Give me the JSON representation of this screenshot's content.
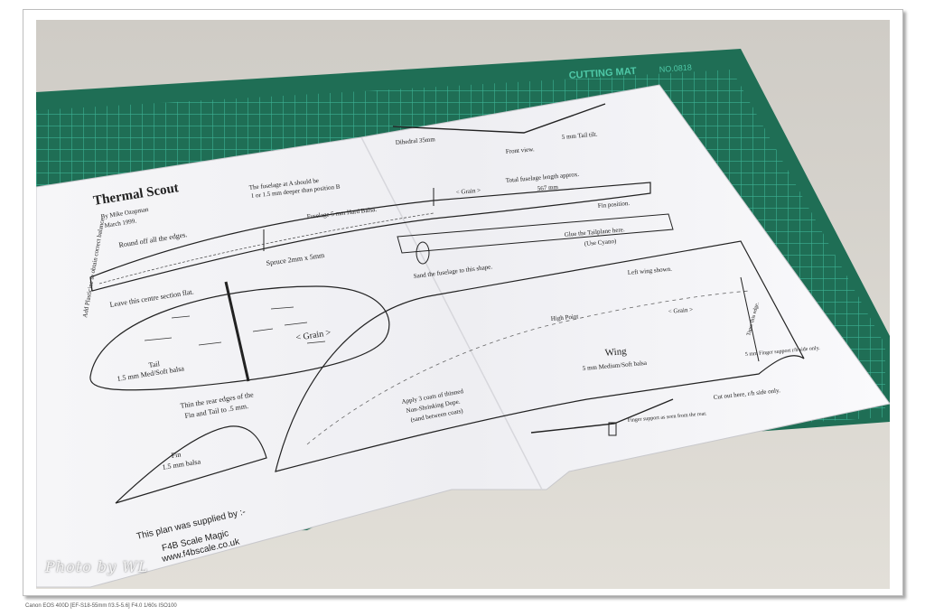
{
  "photo": {
    "mat_label": "CUTTING MAT",
    "mat_code": "NO.0818",
    "plan": {
      "title": "Thermal Scout",
      "byline": "By Mike Ozapman",
      "date": "March 1999.",
      "notes": {
        "round_off": "Round off all the edges.",
        "fuselage_a": "The fuselage at A should be",
        "fuselage_a2": "1 or 1.5 mm deeper than position B",
        "fuselage_5mm": "Fuselage 5 mm Hard Balsa.",
        "spruce": "Spruce 2mm x 5mm",
        "plasticine": "Add Plasticine to obtain correct balance",
        "centre_flat": "Leave this centre section flat.",
        "grain_tail": "< Grain >",
        "tail": "Tail",
        "tail_spec": "1.5 mm Med/Soft balsa",
        "thin_edges": "Thin the rear edges of the",
        "thin_edges2": "Fin and Tail to .5 mm.",
        "fin": "Fin",
        "fin_spec": "1.5 mm balsa",
        "supplied": "This plan was supplied by :-",
        "supplier": "F4B Scale Magic",
        "website": "www.f4bscale.co.uk",
        "dihedral": "Dihedral 35mm",
        "front_view": "Front view.",
        "tail_tilt": "5 mm Tail tilt.",
        "grain_fus": "< Grain >",
        "total_length": "Total fuselage length approx.",
        "length_val": "567 mm",
        "fin_position": "Fin position.",
        "sand": "Sand the fuselage to this shape.",
        "glue": "Glue the Tailplane here.",
        "cyano": "(Use Cyano)",
        "left_wing": "Left wing shown.",
        "high_point": "High Point",
        "grain_wing": "< Grain >",
        "wing": "Wing",
        "wing_spec": "5 mm Medium/Soft balsa",
        "taper": "Taper this edge.",
        "finger": "5 mm Finger support r/h side only.",
        "apply": "Apply 3 coats of thinned",
        "dope": "Non-Shrinking Dope.",
        "sand_between": "(sand between coats)",
        "cut_out": "Cut out here, r/h side only.",
        "finger_rear": "Finger support as seen from the rear."
      }
    },
    "watermark": "Photo by WL"
  },
  "exif": "Canon EOS 400D [EF-S18-55mm f/3.5-5.6] F4.0 1/60s ISO100",
  "colors": {
    "mat": "#1f6e55",
    "grid": "#3fb89a",
    "paper": "#fbfbfd",
    "table": "#d9d6cf",
    "ink": "#222222"
  }
}
